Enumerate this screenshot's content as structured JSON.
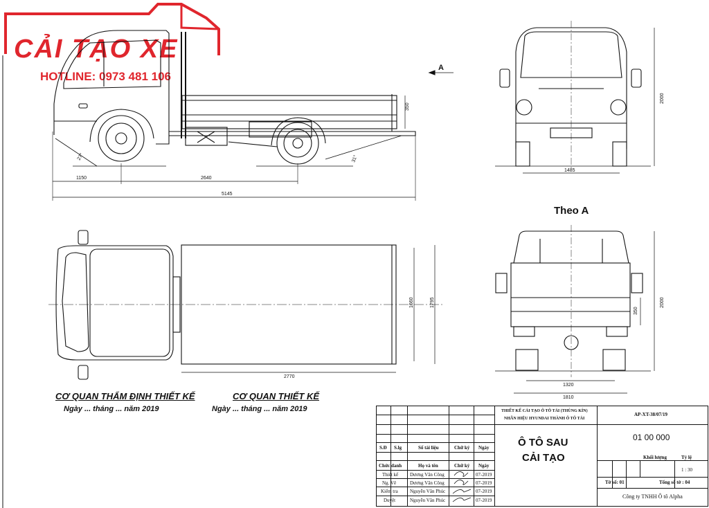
{
  "logo": {
    "text": "CẢI TẠO XE",
    "hotline": "HOTLINE: 0973 481 106",
    "color": "#e0262d"
  },
  "view_marker": "A",
  "side_view": {
    "dims": {
      "front_overhang": "1150",
      "wheelbase": "2640",
      "overall_length": "5145",
      "bed_height": "350",
      "approach_angle": "27°",
      "departure_angle": "31°"
    }
  },
  "front_view": {
    "dims": {
      "height": "2000",
      "track": "1485"
    }
  },
  "rear_view": {
    "title": "Theo A",
    "dims": {
      "height": "2000",
      "side_height": "350",
      "inner_track": "1320",
      "outer_width": "1810"
    }
  },
  "top_view": {
    "dims": {
      "bed_length": "2770",
      "inner_width": "1660",
      "outer_width": "1795"
    }
  },
  "agencies": [
    {
      "title": "CƠ QUAN THẨM ĐỊNH THIẾT KẾ",
      "date": "Ngày  ...  tháng ...  năm 2019"
    },
    {
      "title": "CƠ QUAN THIẾT KẾ",
      "date": "Ngày  ...  tháng ...  năm 2019"
    }
  ],
  "title_block": {
    "header_line1": "THIẾT KẾ CẢI TẠO Ô TÔ TẢI (THÙNG KÍN)",
    "header_line2": "NHÃN HIỆU HYUNDAI THÀNH Ô TÔ TẢI",
    "code": "AP-XT-38/07/19",
    "drawing_title_1": "Ô TÔ SAU",
    "drawing_title_2": "CẢI TẠO",
    "drawing_number": "01 00 000",
    "mass_label": "Khối lượng",
    "scale_label": "Tỷ lệ",
    "scale_value": "1 : 30",
    "sheet_label": "Tờ số: 01",
    "sheet_total": "Tổng số tờ : 04",
    "company": "Công ty TNHH Ô tô Alpha",
    "rev_headers": [
      "S.Đ",
      "S.lg",
      "Số tài liệu",
      "Chữ ký",
      "Ngày"
    ],
    "staff_headers": [
      "Chức danh",
      "Họ và tên",
      "Chữ ký",
      "Ngày"
    ],
    "staff": [
      {
        "role": "Thiết kế",
        "name": "Dương Văn Công",
        "date": "07-2019"
      },
      {
        "role": "Ng. Vẽ",
        "name": "Dương Văn Công",
        "date": "07-2019"
      },
      {
        "role": "Kiểm tra",
        "name": "Nguyễn Văn Phúc",
        "date": "07-2019"
      },
      {
        "role": "Duyệt",
        "name": "Nguyễn Văn Phúc",
        "date": "07-2019"
      }
    ]
  }
}
